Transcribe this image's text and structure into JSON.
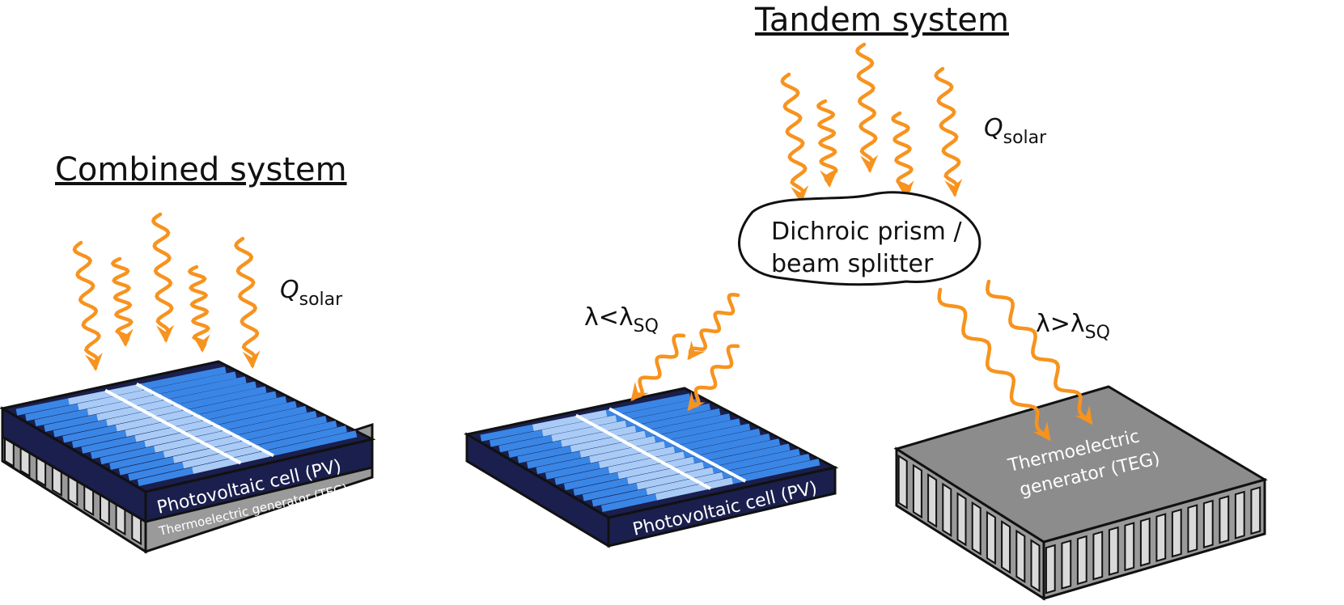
{
  "combined": {
    "title": "Combined system",
    "q_symbol": "Q",
    "q_sub": "solar",
    "pv_label": "Photovoltaic cell (PV)",
    "teg_label": "Thermoelectric generator (TEG)"
  },
  "tandem": {
    "title": "Tandem system",
    "q_symbol": "Q",
    "q_sub": "solar",
    "splitter_line1": "Dichroic prism /",
    "splitter_line2": "beam splitter",
    "short_lambda": "λ<λ",
    "short_sub": "SQ",
    "long_lambda": "λ>λ",
    "long_sub": "SQ",
    "pv_label": "Photovoltaic cell (PV)",
    "teg_line1": "Thermoelectric",
    "teg_line2": "generator (TEG)"
  },
  "colors": {
    "arrow": "#f7931e",
    "pv_dark": "#1a1f4d",
    "pv_blue": "#3a86e6",
    "teg_gray": "#8c8c8c"
  }
}
